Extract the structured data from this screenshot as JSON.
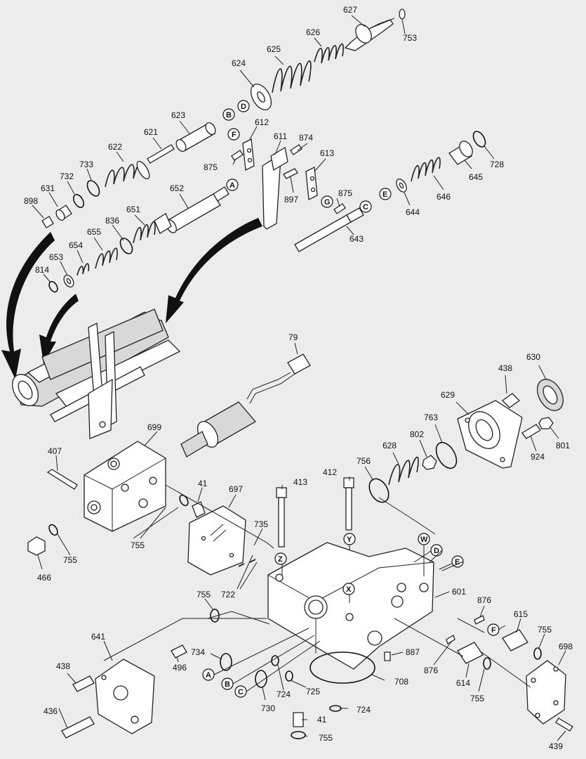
{
  "parts": {
    "p627": "627",
    "p753a": "753",
    "p626": "626",
    "p625": "625",
    "p624": "624",
    "p623": "623",
    "p612": "612",
    "p611": "611",
    "p874": "874",
    "p621": "621",
    "p622": "622",
    "p733": "733",
    "p732": "732",
    "p631": "631",
    "p898": "898",
    "p875a": "875",
    "p875b": "875",
    "p613": "613",
    "p897": "897",
    "p652": "652",
    "p651": "651",
    "p836": "836",
    "p655": "655",
    "p654": "654",
    "p653": "653",
    "p814": "814",
    "p645": "645",
    "p728": "728",
    "p646": "646",
    "p644": "644",
    "p643": "643",
    "p79": "79",
    "p438a": "438",
    "p630": "630",
    "p629": "629",
    "p699": "699",
    "p407": "407",
    "p763": "763",
    "p802": "802",
    "p628": "628",
    "p801": "801",
    "p924": "924",
    "p412": "412",
    "p413": "413",
    "p756": "756",
    "p41a": "41",
    "p697": "697",
    "p735": "735",
    "p755a": "755",
    "p755b": "755",
    "p466": "466",
    "p722": "722",
    "p601": "601",
    "p755c": "755",
    "p876a": "876",
    "p615": "615",
    "p755d": "755",
    "p698": "698",
    "p641": "641",
    "p734": "734",
    "p496": "496",
    "p887": "887",
    "p876b": "876",
    "p438b": "438",
    "p436": "436",
    "p730": "730",
    "p724a": "724",
    "p725": "725",
    "p708": "708",
    "p614": "614",
    "p755e": "755",
    "p724b": "724",
    "p41b": "41",
    "p755f": "755",
    "p439": "439"
  },
  "callouts": {
    "B1": "B",
    "D1": "D",
    "F1": "F",
    "A1": "A",
    "G1": "G",
    "C1": "C",
    "E1": "E",
    "Y": "Y",
    "W": "W",
    "D2": "D",
    "E2": "E",
    "Z": "Z",
    "X": "X",
    "F2": "F",
    "A2": "A",
    "B2": "B",
    "C2": "C"
  }
}
